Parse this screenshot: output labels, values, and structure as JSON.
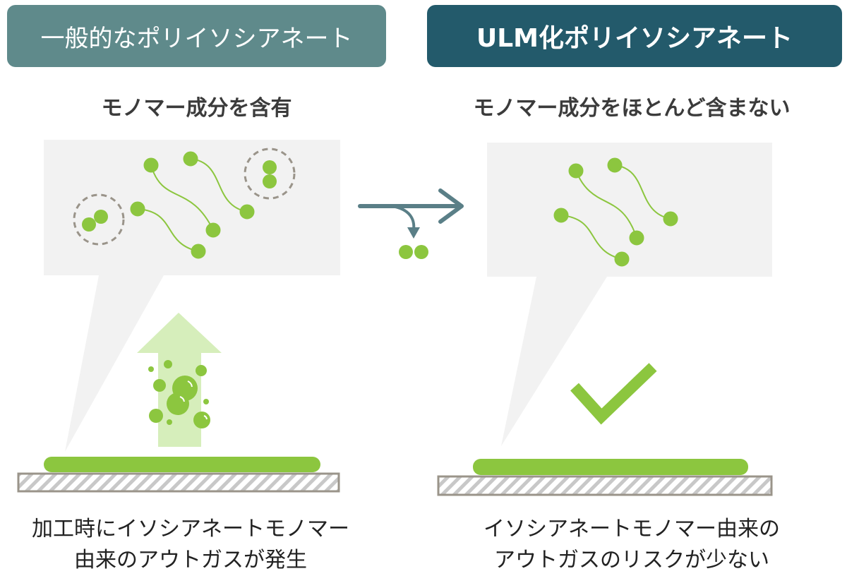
{
  "left": {
    "header": "一般的なポリイソシアネート",
    "subtitle": "モノマー成分を含有",
    "caption_line1": "加工時にイソシアネートモノマー",
    "caption_line2": "由来のアウトガスが発生"
  },
  "right": {
    "header": "ULM化ポリイソシアネート",
    "subtitle": "モノマー成分をほとんど含まない",
    "caption_line1": "イソシアネートモノマー由来の",
    "caption_line2": "アウトガスのリスクが少ない"
  },
  "colors": {
    "header_left": "#5f8a8b",
    "header_right": "#235a6b",
    "green": "#8cc63f",
    "light_green": "#d6eebb",
    "panel_gray": "#f2f2f2",
    "arrow": "#5a7f87",
    "dashed_circle": "#9a948a",
    "substrate_border": "#9a948a"
  }
}
